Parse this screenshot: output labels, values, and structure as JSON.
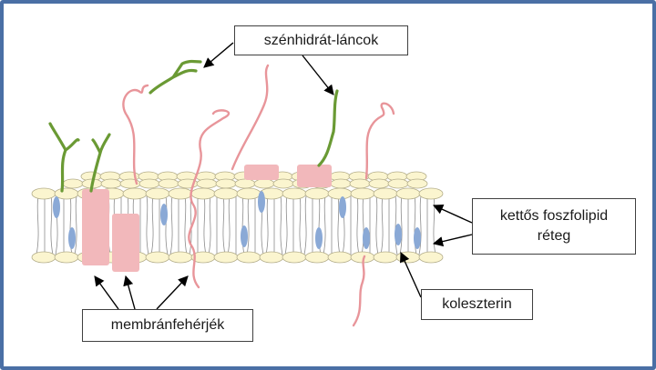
{
  "colors": {
    "frame": "#4a6fa5",
    "head_fill": "#fbf5cf",
    "head_stroke": "#b3ad8a",
    "tail": "#8c8c8c",
    "protein": "#f2b8bb",
    "cholesterol": "#8aa9d6",
    "carbohydrate": "#6a9a34",
    "fiber": "#e8959a",
    "arrow": "#000000"
  },
  "labels": {
    "carbohydrate_chains": "szénhidrát-láncok",
    "bilayer_line1": "kettős foszfolipid",
    "bilayer_line2": "réteg",
    "cholesterol": "koleszterin",
    "membrane_proteins": "membránfehérjék"
  },
  "icons": [
    "phospholipid-head-icon",
    "cholesterol-icon",
    "protein-icon",
    "carbohydrate-chain-icon"
  ]
}
